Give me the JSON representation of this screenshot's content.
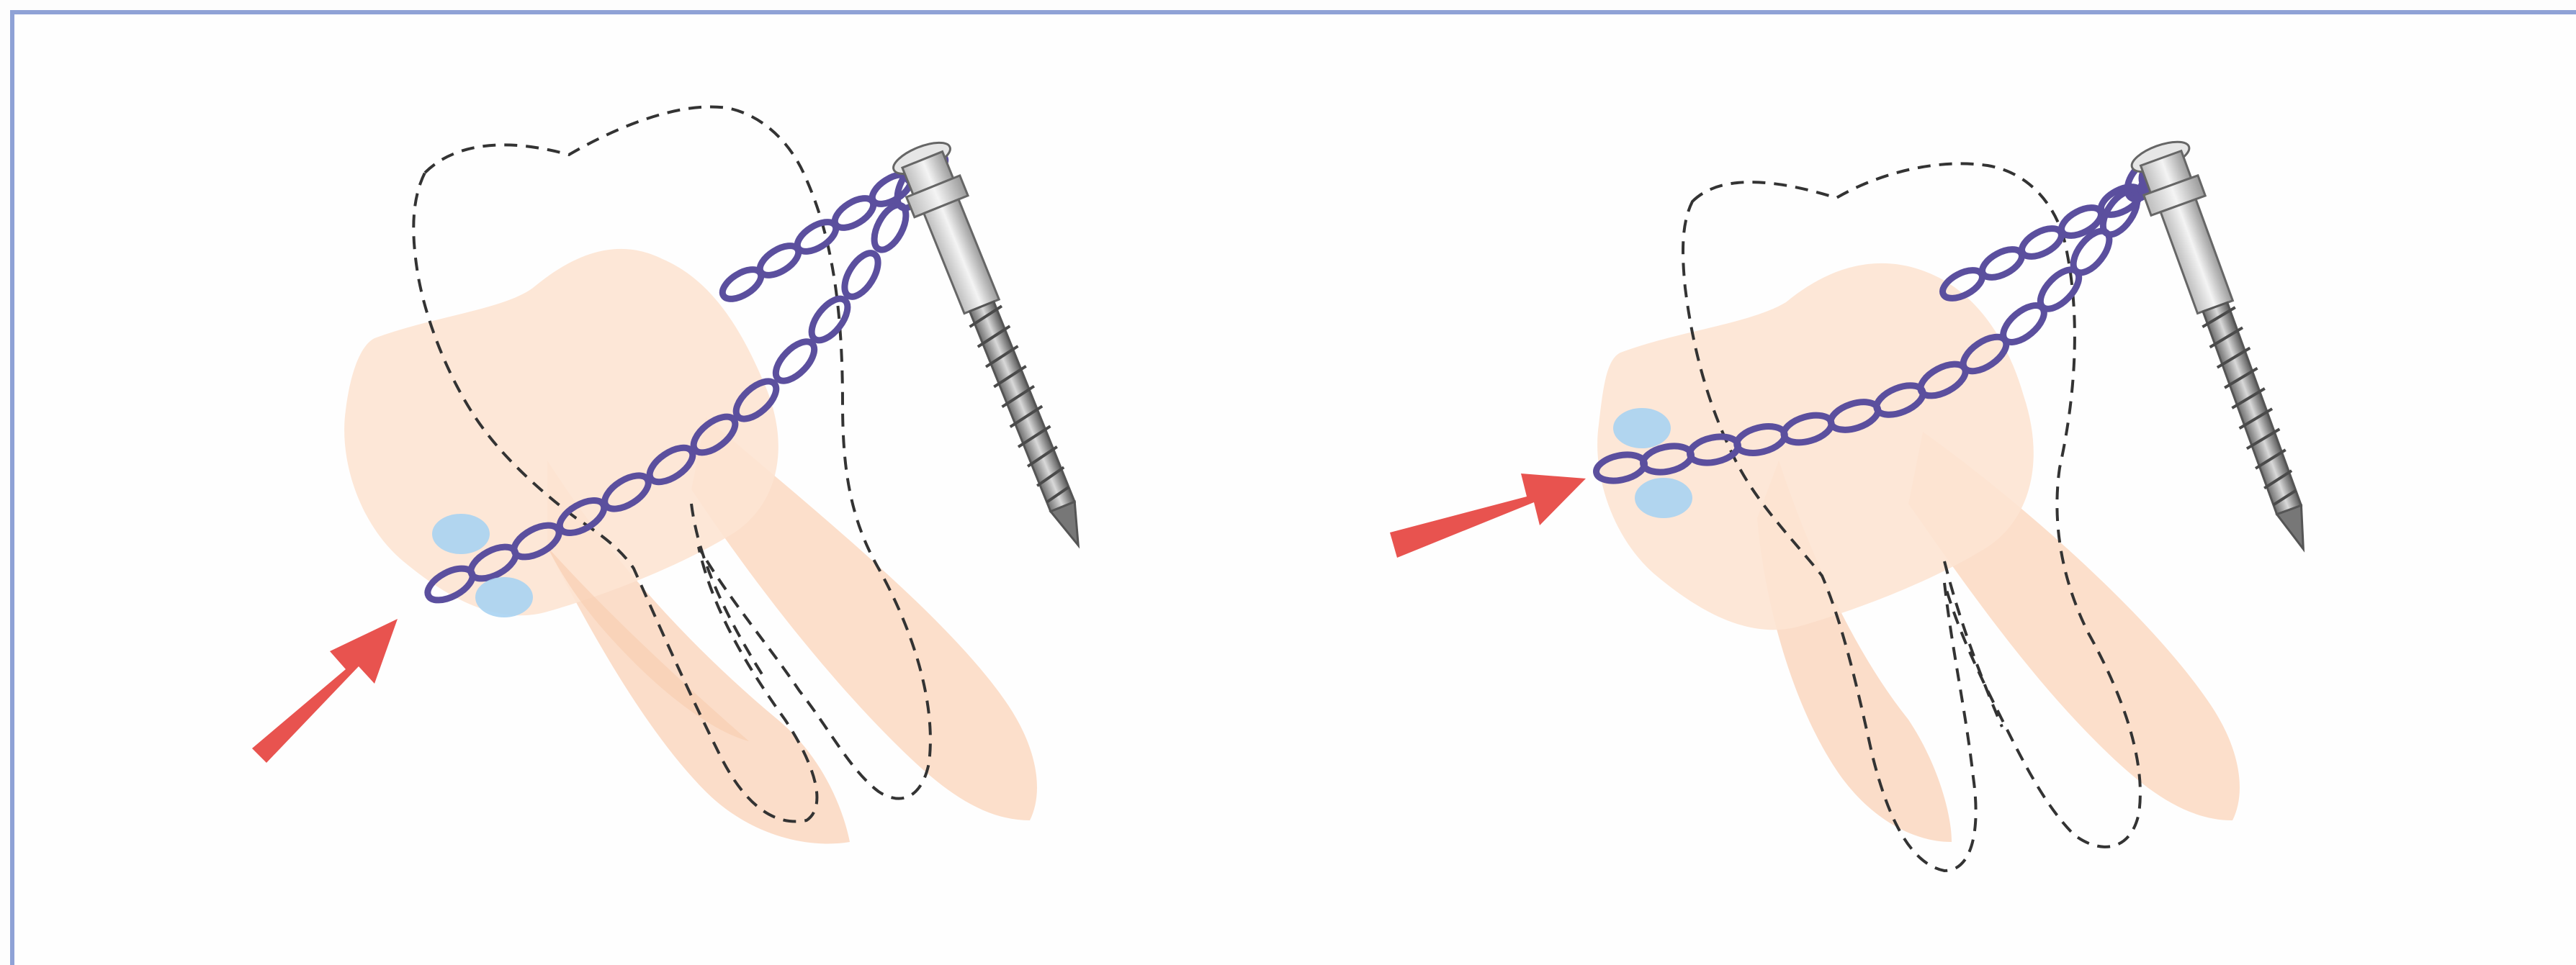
{
  "figure": {
    "panels": [
      {
        "id": "before",
        "elements": [
          "tooth-outline-initial",
          "tooth-crown",
          "tooth-roots",
          "power-chain",
          "bracket-button",
          "miniscrew",
          "force-arrow"
        ]
      },
      {
        "id": "after",
        "elements": [
          "tooth-outline-initial",
          "tooth-crown",
          "tooth-roots",
          "power-chain",
          "bracket-button",
          "miniscrew",
          "force-arrow"
        ]
      }
    ],
    "colors": {
      "frame": "#8fa2d6",
      "tooth_fill": "#fde3d1",
      "tooth_root_fill": "#fad6bd",
      "chain": "#5b4f9e",
      "button": "#a9d3f2",
      "arrow": "#e8534f",
      "outline": "#333333",
      "screw_head": "#c8c8c8",
      "screw_thread": "#8c8c8c"
    },
    "icons": {
      "force_arrow": "arrow-icon",
      "miniscrew": "miniscrew-icon",
      "bracket": "button-icon"
    }
  }
}
